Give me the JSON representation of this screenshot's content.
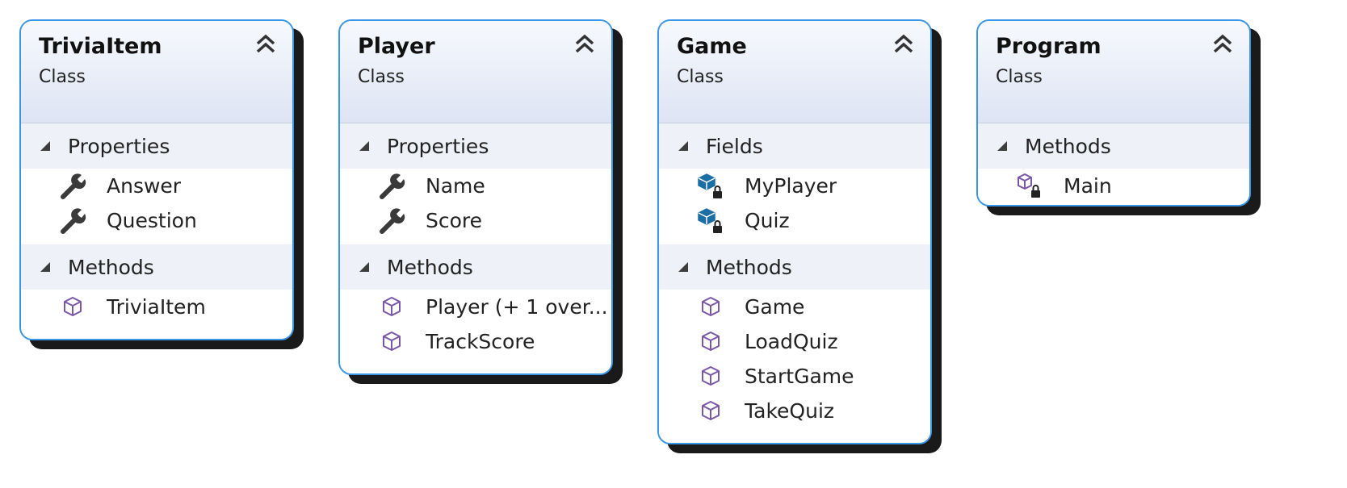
{
  "diagram": {
    "classes": [
      {
        "name": "TriviaItem",
        "kind": "Class",
        "sections": [
          {
            "label": "Properties",
            "members": [
              {
                "label": "Answer",
                "icon": "wrench-icon"
              },
              {
                "label": "Question",
                "icon": "wrench-icon"
              }
            ]
          },
          {
            "label": "Methods",
            "members": [
              {
                "label": "TriviaItem",
                "icon": "method-cube-icon"
              }
            ]
          }
        ]
      },
      {
        "name": "Player",
        "kind": "Class",
        "sections": [
          {
            "label": "Properties",
            "members": [
              {
                "label": "Name",
                "icon": "wrench-icon"
              },
              {
                "label": "Score",
                "icon": "wrench-icon"
              }
            ]
          },
          {
            "label": "Methods",
            "members": [
              {
                "label": "Player (+ 1 over...",
                "icon": "method-cube-icon"
              },
              {
                "label": "TrackScore",
                "icon": "method-cube-icon"
              }
            ]
          }
        ]
      },
      {
        "name": "Game",
        "kind": "Class",
        "sections": [
          {
            "label": "Fields",
            "members": [
              {
                "label": "MyPlayer",
                "icon": "private-field-icon"
              },
              {
                "label": "Quiz",
                "icon": "private-field-icon"
              }
            ]
          },
          {
            "label": "Methods",
            "members": [
              {
                "label": "Game",
                "icon": "method-cube-icon"
              },
              {
                "label": "LoadQuiz",
                "icon": "method-cube-icon"
              },
              {
                "label": "StartGame",
                "icon": "method-cube-icon"
              },
              {
                "label": "TakeQuiz",
                "icon": "method-cube-icon"
              }
            ]
          }
        ]
      },
      {
        "name": "Program",
        "kind": "Class",
        "sections": [
          {
            "label": "Methods",
            "members": [
              {
                "label": "Main",
                "icon": "private-method-icon"
              }
            ]
          }
        ]
      }
    ]
  },
  "colors": {
    "border": "#3c96e6",
    "shadow": "#1a1a1a",
    "header_gradient_top": "#f7f9fd",
    "header_gradient_bottom": "#dde4f4",
    "section_band": "#eef1f8",
    "method_icon": "#7a57a8",
    "field_icon": "#1b6fa5",
    "wrench_icon": "#3a3a3a"
  }
}
